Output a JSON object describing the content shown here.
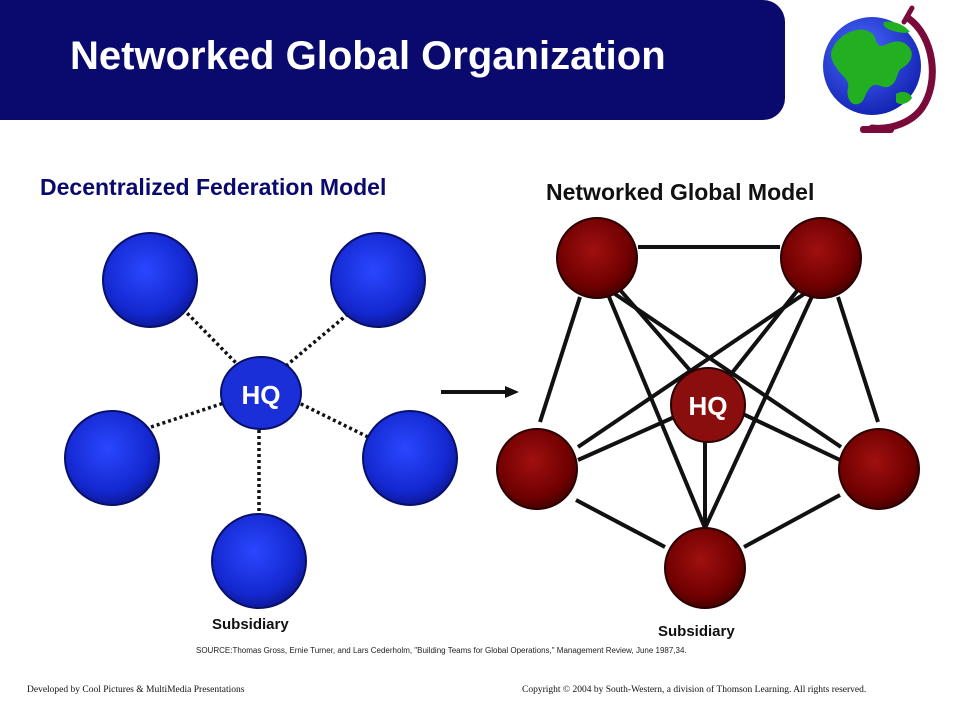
{
  "title": "Networked Global Organization",
  "left_model": {
    "heading": "Decentralized Federation Model",
    "hub_label": "HQ",
    "node_caption": "Subsidiary"
  },
  "right_model": {
    "heading": "Networked Global Model",
    "hub_label": "HQ",
    "node_caption": "Subsidiary"
  },
  "source_note": "SOURCE:Thomas Gross, Ernie Turner, and Lars Cederholm, \"Building Teams for Global Operations,\" Management Review, June 1987,34.",
  "footer": {
    "left": "Developed by Cool Pictures & MultiMedia Presentations",
    "right": "Copyright © 2004 by South-Western, a division of Thomson Learning. All  rights reserved."
  },
  "colors": {
    "title_bar": "#0a0a6e",
    "blue_node": "#1a2fd8",
    "red_node": "#7a0000",
    "globe_ocean": "#1a2fd8",
    "globe_land": "#22b022",
    "globe_stand": "#7a0a3a"
  },
  "icons": [
    "globe-icon",
    "arrow-right-icon"
  ]
}
